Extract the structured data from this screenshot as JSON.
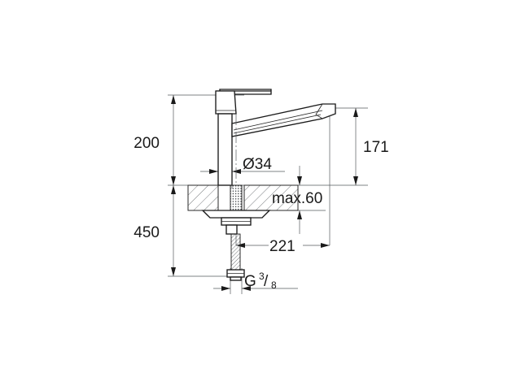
{
  "drawing": {
    "title": "Single-lever kitchen mixer tap dimensional drawing",
    "background_color": "#ffffff",
    "line_color": "#1a1a1a",
    "dimension_line_color": "#555a5e",
    "units": "mm"
  },
  "dimensions": {
    "height_above_counter": "200",
    "height_below_counter": "450",
    "spout_height": "171",
    "shank_diameter": "Ø34",
    "counter_thickness": "max.60",
    "spout_reach": "221",
    "thread_size_prefix": "G",
    "thread_numerator": "3",
    "thread_slash": "/",
    "thread_denominator": "8"
  },
  "labels": [
    {
      "id": "dim-200",
      "text": "200",
      "meaning": "height from counter top to top of handle"
    },
    {
      "id": "dim-450",
      "text": "450",
      "meaning": "length below counter to hose end"
    },
    {
      "id": "dim-171",
      "text": "171",
      "meaning": "spout outlet height above counter"
    },
    {
      "id": "dim-d34",
      "text": "Ø34",
      "meaning": "body/base diameter"
    },
    {
      "id": "dim-max60",
      "text": "max.60",
      "meaning": "maximum countertop thickness"
    },
    {
      "id": "dim-221",
      "text": "221",
      "meaning": "spout projection/reach"
    },
    {
      "id": "dim-g38",
      "text": "G 3/8",
      "meaning": "supply hose connection thread"
    }
  ]
}
